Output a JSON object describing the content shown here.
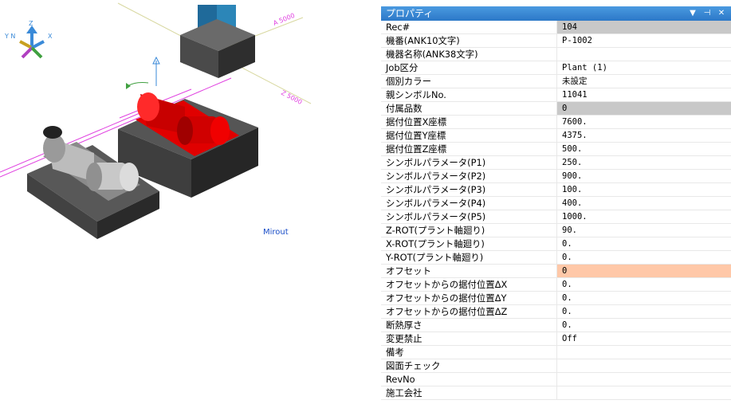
{
  "viewport": {
    "axis_labels": {
      "z": "Z",
      "yn": "Y N",
      "x": "X"
    },
    "dim_label_a": "A 5000",
    "dim_label_b": "Z 5000",
    "view_label": "Mirout"
  },
  "properties": {
    "title": "プロパティ",
    "rows": [
      {
        "key": "Rec#",
        "value": "104",
        "highlight": "gray"
      },
      {
        "key": "機番(ANK10文字)",
        "value": "P-1002"
      },
      {
        "key": "機器名称(ANK38文字)",
        "value": ""
      },
      {
        "key": "Job区分",
        "value": "Plant (1)"
      },
      {
        "key": "個別カラー",
        "value": "未設定"
      },
      {
        "key": "親シンボルNo.",
        "value": "11041"
      },
      {
        "key": "付属品数",
        "value": "0",
        "highlight": "gray"
      },
      {
        "key": "据付位置X座標",
        "value": "7600."
      },
      {
        "key": "据付位置Y座標",
        "value": "4375."
      },
      {
        "key": "据付位置Z座標",
        "value": "500."
      },
      {
        "key": "シンボルパラメータ(P1)",
        "value": "250."
      },
      {
        "key": "シンボルパラメータ(P2)",
        "value": "900."
      },
      {
        "key": "シンボルパラメータ(P3)",
        "value": "100."
      },
      {
        "key": "シンボルパラメータ(P4)",
        "value": "400."
      },
      {
        "key": "シンボルパラメータ(P5)",
        "value": "1000."
      },
      {
        "key": "Z-ROT(プラント軸廻り)",
        "value": "90."
      },
      {
        "key": "X-ROT(プラント軸廻り)",
        "value": "0."
      },
      {
        "key": "Y-ROT(プラント軸廻り)",
        "value": "0."
      },
      {
        "key": "オフセット",
        "value": "0",
        "highlight": "orange"
      },
      {
        "key": "オフセットからの据付位置ΔX",
        "value": "0."
      },
      {
        "key": "オフセットからの据付位置ΔY",
        "value": "0."
      },
      {
        "key": "オフセットからの据付位置ΔZ",
        "value": "0."
      },
      {
        "key": "断熱厚さ",
        "value": "0."
      },
      {
        "key": "変更禁止",
        "value": "Off"
      },
      {
        "key": "備考",
        "value": ""
      },
      {
        "key": "図面チェック",
        "value": ""
      },
      {
        "key": "RevNo",
        "value": ""
      },
      {
        "key": "施工会社",
        "value": ""
      }
    ]
  },
  "colors": {
    "selected_pump": "#e00000",
    "pump_gray": "#b8b8b8",
    "base_dark": "#3c3c3c",
    "column_blue": "#1f6a9a",
    "pipe_magenta": "#e040e0",
    "gridline": "#d8d8a0",
    "axis_blue": "#3a8ad8",
    "label_blue": "#1a4ec8",
    "gray_hl": "#c8c8c8",
    "orange_hl": "#ffc8a8"
  }
}
